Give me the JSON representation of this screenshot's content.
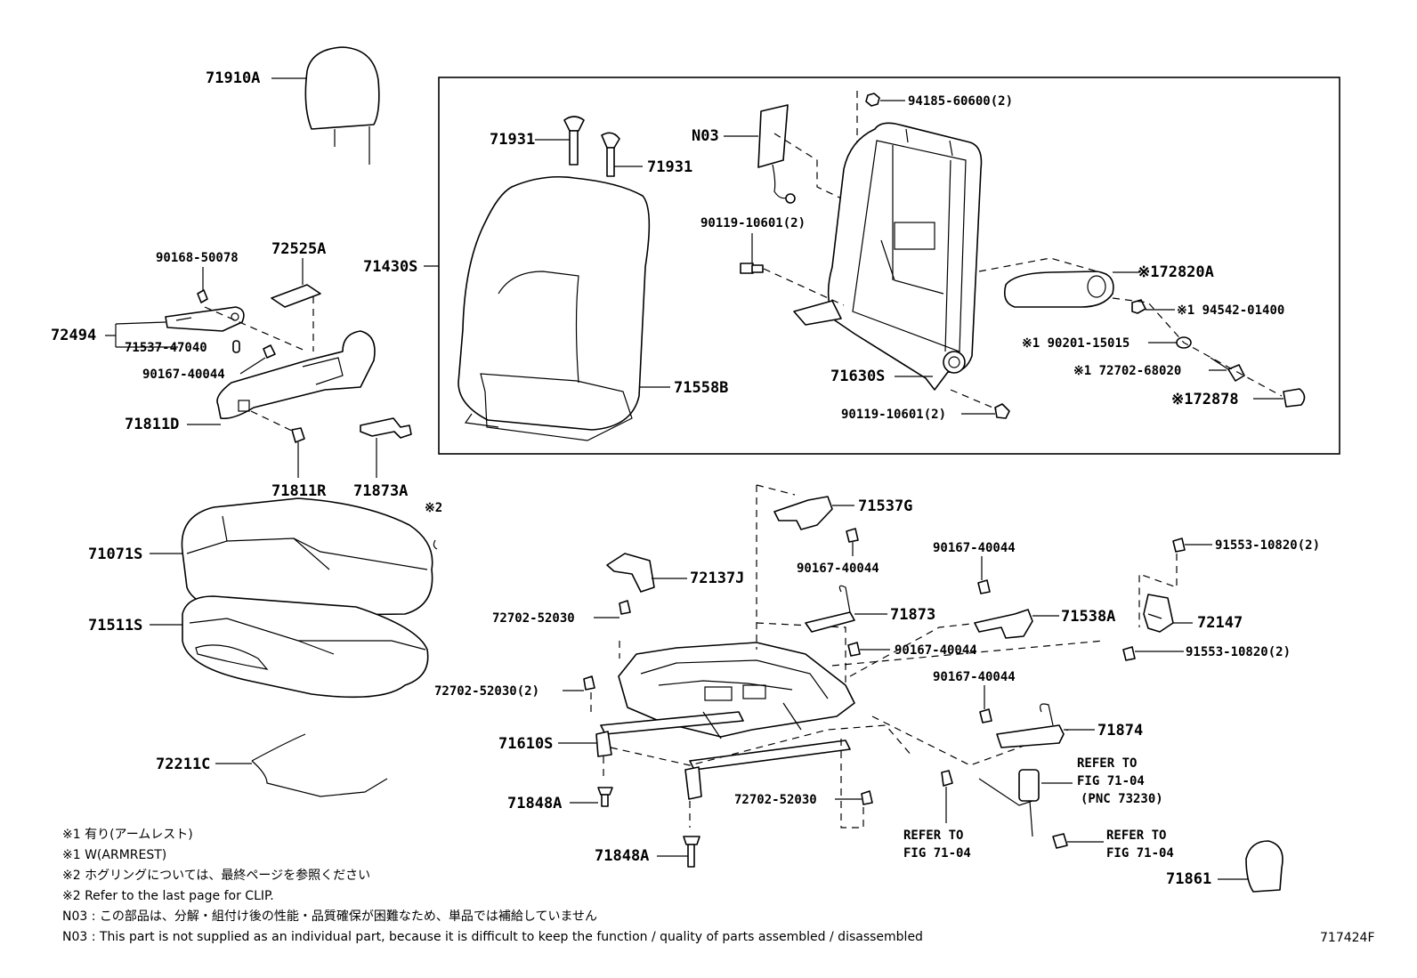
{
  "labels": {
    "l71910A": "71910A",
    "l71931a": "71931",
    "l71931b": "71931",
    "lN03": "N03",
    "l94185": "94185-60600(2)",
    "l90119a": "90119-10601(2)",
    "l71430S": "71430S",
    "l90168": "90168-50078",
    "l72525A": "72525A",
    "l72494": "72494",
    "l71537_47040": "71537-47040",
    "l90167a": "90167-40044",
    "l72820A": "※172820A",
    "l94542": "※1 94542-01400",
    "l90201": "※1 90201-15015",
    "l72702_68020": "※1 72702-68020",
    "l72878": "※172878",
    "l71630S": "71630S",
    "l90119b": "90119-10601(2)",
    "l71558B": "71558B",
    "l71811D": "71811D",
    "l71811R": "71811R",
    "l71873A": "71873A",
    "lclip": "※2",
    "l71537G": "71537G",
    "l90167b": "90167-40044",
    "l72137J": "72137J",
    "l90167c": "90167-40044",
    "l91553a": "91553-10820(2)",
    "l71071S": "71071S",
    "l71511S": "71511S",
    "l72702_52030a": "72702-52030",
    "l71873": "71873",
    "l71538A": "71538A",
    "l72147": "72147",
    "l90167d": "90167-40044",
    "l91553b": "91553-10820(2)",
    "l72702_52030b": "72702-52030(2)",
    "l90167e": "90167-40044",
    "l71874": "71874",
    "l71610S": "71610S",
    "l72211C": "72211C",
    "l71848Aa": "71848A",
    "l72702_52030c": "72702-52030",
    "lref1a": "REFER TO",
    "lref1b": "FIG 71-04",
    "lref1c": "(PNC 73230)",
    "lref2a": "REFER TO",
    "lref2b": "FIG 71-04",
    "lref3a": "REFER TO",
    "lref3b": "FIG 71-04",
    "l71848Ab": "71848A",
    "l71861": "71861"
  },
  "notes": [
    "※1 有り(アームレスト)",
    "※1 W(ARMREST)",
    "※2 ホグリングについては、最終ページを参照ください",
    "※2 Refer to the last page for CLIP.",
    "N03 : この部品は、分解・組付け後の性能・品質確保が困難なため、単品では補給していません",
    "N03 : This part is not supplied as an individual part, because it is difficult to keep the function / quality of parts assembled / disassembled"
  ],
  "figure_id": "717424F"
}
